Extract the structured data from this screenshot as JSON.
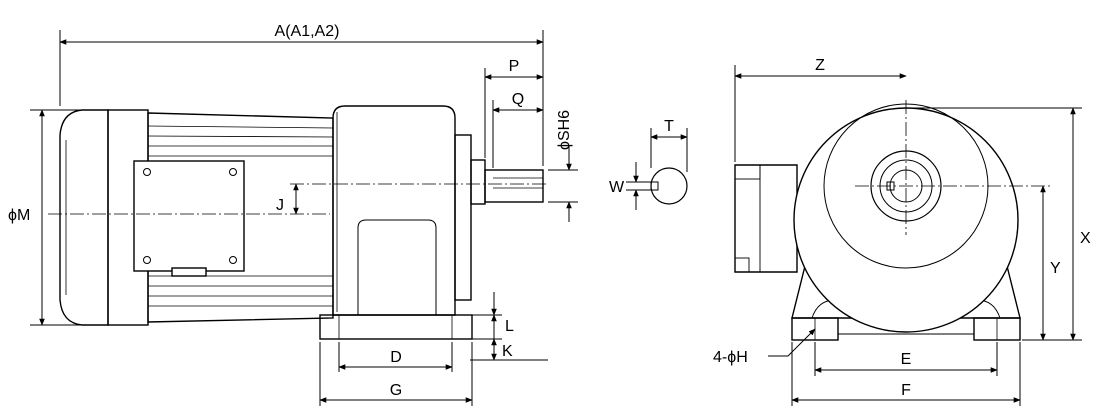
{
  "labels": {
    "overall_length": "A(A1,A2)",
    "p": "P",
    "q": "Q",
    "shaft_dia": "ϕSH6",
    "motor_dia": "ϕM",
    "j": "J",
    "l": "L",
    "k": "K",
    "d": "D",
    "g": "G",
    "t": "T",
    "w": "W",
    "z": "Z",
    "x": "X",
    "y": "Y",
    "hole": "4-ϕH",
    "e": "E",
    "f": "F"
  },
  "style": {
    "line_color": "#000000",
    "background": "#ffffff"
  }
}
